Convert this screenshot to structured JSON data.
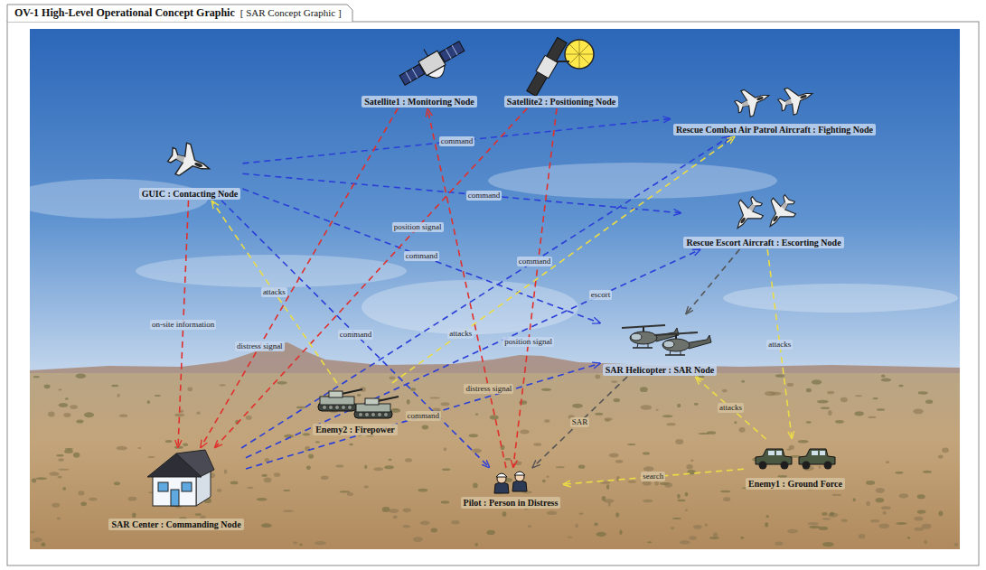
{
  "diagram": {
    "title": "OV-1 High-Level Operational Concept Graphic",
    "nodes": [
      {
        "text": [
          "Satellite1 : Monitoring Node"
        ]
      },
      {
        "text": [
          "Satellite2 : Positioning Node"
        ]
      },
      {
        "text": [
          "Rescue Combat Air Patrol Aircraft : Fighting Node"
        ]
      },
      {
        "text": [
          "GUIC : Contacting Node"
        ]
      },
      {
        "text": [
          "Rescue Escort Aircraft : Escorting Node"
        ]
      },
      {
        "text": [
          "SAR Helicopter : SAR Node"
        ]
      },
      {
        "text": [
          "Enemy2 : Firepower"
        ]
      },
      {
        "text": [
          "Enemy1 : Ground Force"
        ]
      },
      {
        "text": [
          "SAR Center : Commanding Node"
        ]
      },
      {
        "text": [
          "Pilot : Person in Distress"
        ]
      }
    ],
    "edges": [
      {
        "from": 3,
        "to": 2,
        "label": "command",
        "arrow": "to"
      },
      {
        "from": 3,
        "to": 4,
        "label": "command",
        "arrow": "to"
      },
      {
        "from": 3,
        "to": 5,
        "label": "command",
        "arrow": "to"
      },
      {
        "from": 3,
        "to": 9,
        "label": "command",
        "arrow": "to"
      },
      {
        "from": 8,
        "to": 2,
        "label": "command",
        "arrow": "to"
      },
      {
        "from": 8,
        "to": 4,
        "label": "escort",
        "arrow": "to"
      },
      {
        "from": 8,
        "to": 5,
        "label": "command",
        "arrow": "to"
      },
      {
        "from": 3,
        "to": 8,
        "label": "on-site information",
        "arrow": "to"
      },
      {
        "from": 0,
        "to": 8,
        "label": "distress signal",
        "arrow": "to"
      },
      {
        "from": 1,
        "to": 8,
        "label": "position signal",
        "arrow": "to"
      },
      {
        "from": 9,
        "to": 0,
        "label": "distress signal",
        "arrow": "to"
      },
      {
        "from": 1,
        "to": 9,
        "label": "position signal",
        "arrow": "to"
      },
      {
        "from": 6,
        "to": 3,
        "label": "attacks",
        "arrow": "to"
      },
      {
        "from": 6,
        "to": 2,
        "label": "attacks",
        "arrow": "to"
      },
      {
        "from": 4,
        "to": 7,
        "label": "attacks",
        "arrow": "to"
      },
      {
        "from": 7,
        "to": 5,
        "label": "attacks",
        "arrow": "to"
      },
      {
        "from": 7,
        "to": 9,
        "label": "search",
        "arrow": "to"
      },
      {
        "from": 5,
        "to": 9,
        "label": "SAR",
        "arrow": "to"
      },
      {
        "from": 4,
        "to": 5,
        "arrow": "to"
      }
    ],
    "labels": [
      "[ SAR Concept Graphic ]"
    ]
  }
}
